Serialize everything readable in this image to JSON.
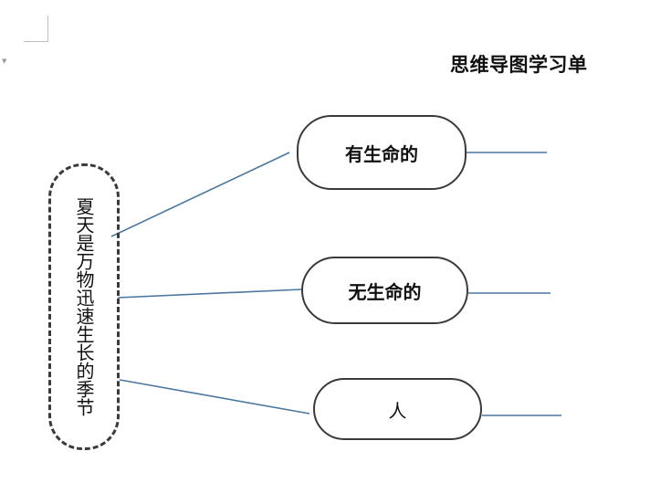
{
  "title": "思维导图学习单",
  "central_topic": "夏天是万物迅速生长的季节",
  "branches": [
    {
      "label": "有生命的"
    },
    {
      "label": "无生命的"
    },
    {
      "label": "人"
    }
  ],
  "colors": {
    "connector_line": "#4a76a0",
    "node_border": "#3a3a3a",
    "text": "#111111"
  }
}
